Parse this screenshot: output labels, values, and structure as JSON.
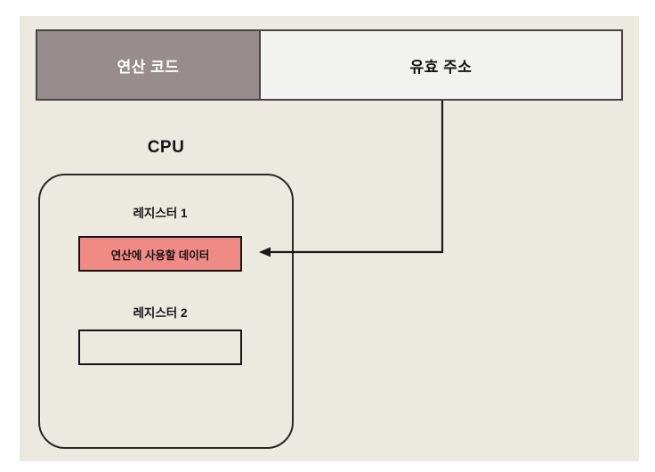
{
  "diagram": {
    "title_label": "CPU",
    "instruction": {
      "opcode_cell": "연산 코드",
      "address_cell": "유효 주소"
    },
    "registers": [
      {
        "label": "레지스터 1",
        "value": "연산에 사용할 데이터",
        "filled": true
      },
      {
        "label": "레지스터 2",
        "value": "",
        "filled": false
      }
    ],
    "arrow": {
      "name": "address-to-register1-arrow",
      "direction": "left",
      "from": "유효 주소",
      "to": "레지스터 1"
    },
    "colors": {
      "page_background": "#ffffff",
      "canvas_background": "#ece9e1",
      "opcode_fill": "#978d8c",
      "opcode_text": "#ffffff",
      "address_fill": "#f2f2f0",
      "address_text": "#141414",
      "register_filled": "#ef8a84",
      "outline": "#2b2724",
      "header_border": "#4a4440",
      "arrow_stroke": "#1c1917"
    }
  }
}
